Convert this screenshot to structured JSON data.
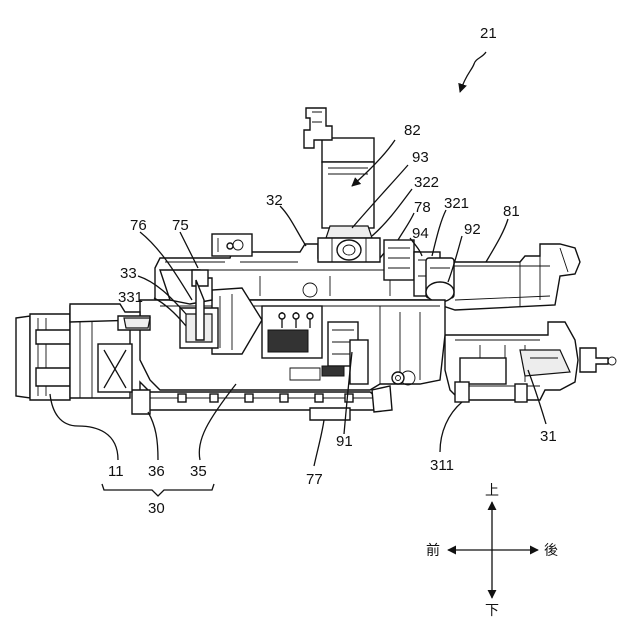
{
  "figure": {
    "assembly_ref": "21",
    "labels": {
      "l11": "11",
      "l30": "30",
      "l31": "31",
      "l32": "32",
      "l33": "33",
      "l35": "35",
      "l36": "36",
      "l75": "75",
      "l76": "76",
      "l77": "77",
      "l78": "78",
      "l81": "81",
      "l82": "82",
      "l91": "91",
      "l92": "92",
      "l93": "93",
      "l94": "94",
      "l311": "311",
      "l321": "321",
      "l322": "322",
      "l331": "331"
    }
  },
  "direction_indicator": {
    "up": "上",
    "down": "下",
    "front": "前",
    "rear": "後"
  }
}
